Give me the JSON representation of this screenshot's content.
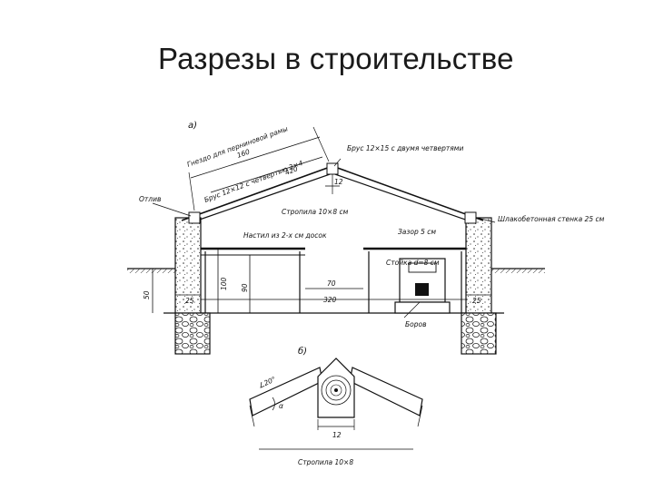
{
  "slide": {
    "title": "Разрезы в строительстве"
  },
  "section_a": {
    "marker": "а)",
    "labels": {
      "rafter_nest": "Гнездо для перниновой рамы",
      "dim_160": "160",
      "beam_quarter": "Брус 12×12 с четвертью 3×4",
      "dim_420": "420",
      "beam_ridge": "Брус 12×15 с двумя четвертями",
      "dim_12": "12",
      "otliv": "Отлив",
      "rafters": "Стропила 10×8 см",
      "wall": "Шлакобетонная стенка 25 см",
      "deck": "Настил из 2-х см досок",
      "gap": "Зазор 5 см",
      "post": "Стойка d=8 см",
      "dim_100": "100",
      "dim_90": "90",
      "dim_70": "70",
      "dim_320": "320",
      "dim_50": "50",
      "dim_25_left": "25",
      "dim_25_right": "25",
      "boiler": "Боров"
    }
  },
  "section_b": {
    "marker": "б)",
    "labels": {
      "angle": "∠20°",
      "alpha": "α",
      "dim_12": "12",
      "rafters": "Стропила 10×8"
    }
  }
}
